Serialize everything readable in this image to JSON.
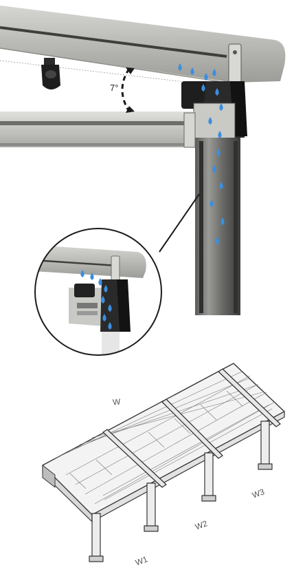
{
  "labels": {
    "angle": "7°",
    "width_total": "W",
    "width_1": "W1",
    "width_2": "W2",
    "width_3": "W3"
  },
  "colors": {
    "beam": "#bcbcb8",
    "beam_dark": "#8f8f8b",
    "profile_dark": "#2a2a2a",
    "water": "#3a8fe0",
    "outline": "#333333"
  },
  "icons": [
    "water-drop-icon",
    "dashed-angle-arrow-icon",
    "magnifier-circle-icon"
  ]
}
